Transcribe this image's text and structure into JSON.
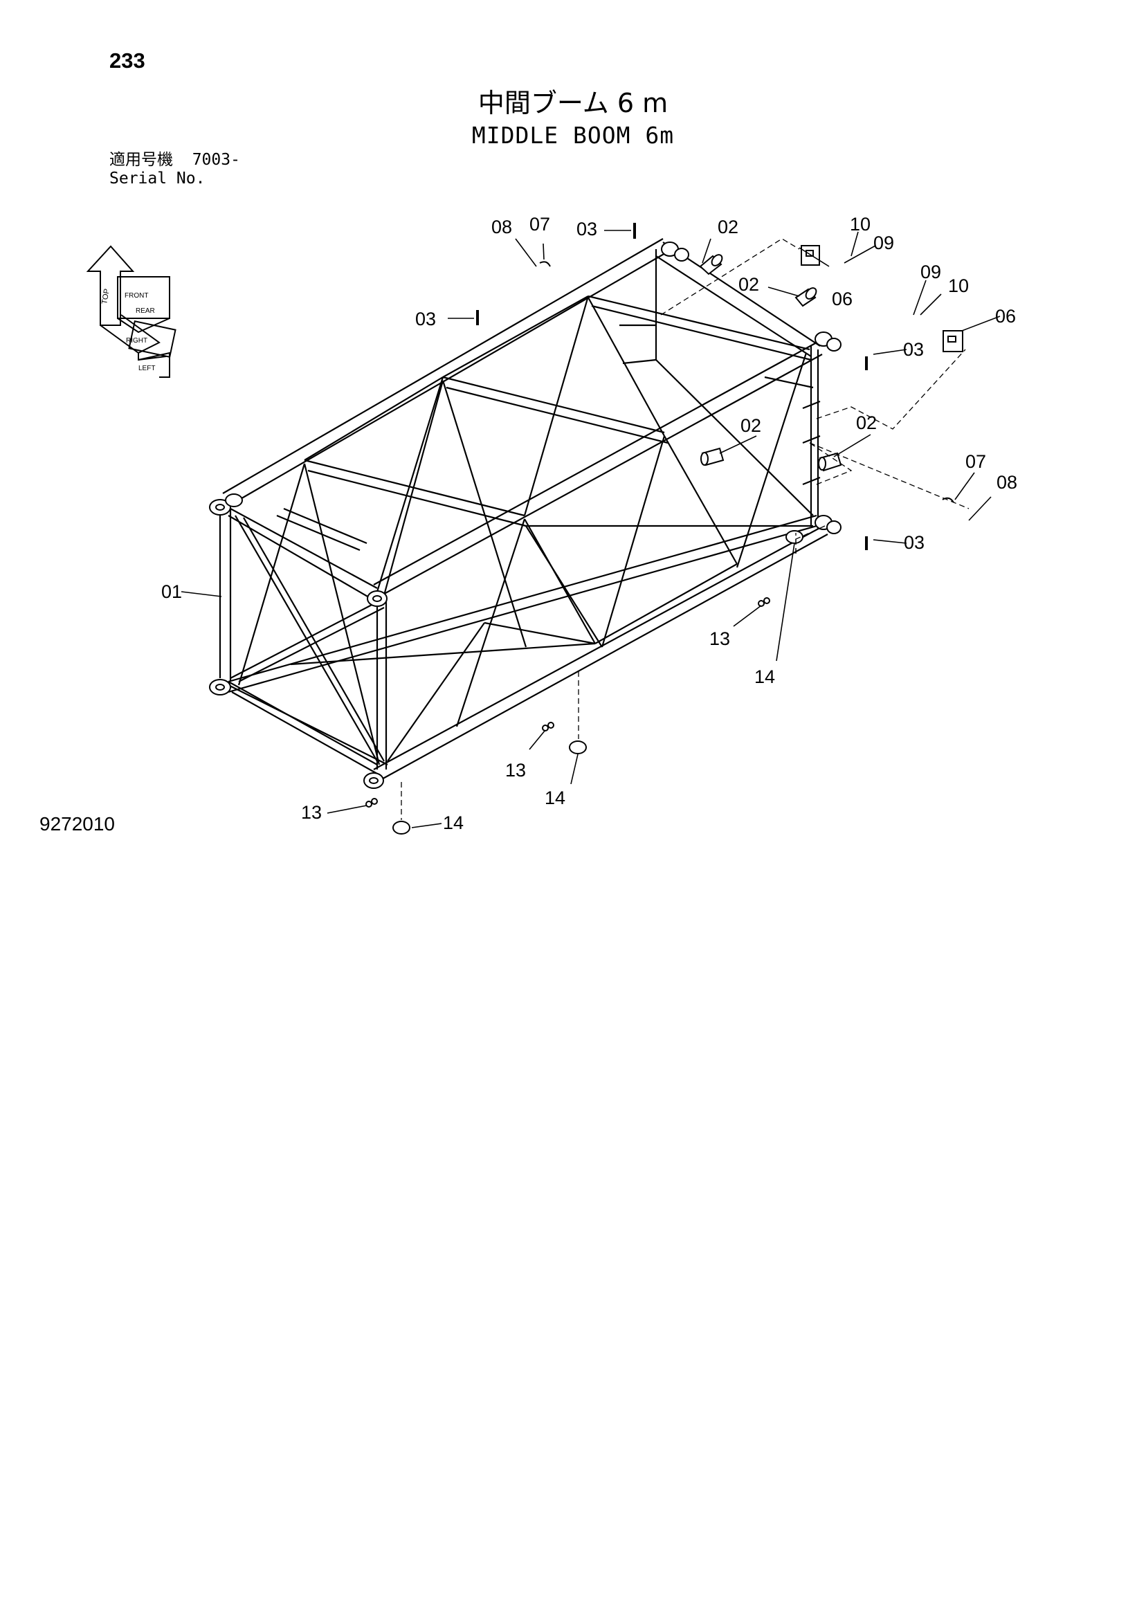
{
  "page_number": "233",
  "title_jp": "中間ブーム 6 m",
  "title_en": "MIDDLE BOOM 6m",
  "serial": {
    "label_jp": "適用号機",
    "value": "7003-",
    "label_en": "Serial No."
  },
  "drawing_number": "9272010",
  "orientation_icon": {
    "labels": [
      "TOP",
      "FRONT",
      "RIGHT",
      "REAR",
      "LEFT"
    ]
  },
  "callouts": {
    "c01": "01",
    "c02a": "02",
    "c02b": "02",
    "c02c": "02",
    "c02d": "02",
    "c03a": "03",
    "c03b": "03",
    "c03c": "03",
    "c03d": "03",
    "c06a": "06",
    "c06b": "06",
    "c07a": "07",
    "c07b": "07",
    "c08a": "08",
    "c08b": "08",
    "c09a": "09",
    "c09b": "09",
    "c10a": "10",
    "c10b": "10",
    "c13a": "13",
    "c13b": "13",
    "c13c": "13",
    "c14a": "14",
    "c14b": "14",
    "c14c": "14"
  }
}
